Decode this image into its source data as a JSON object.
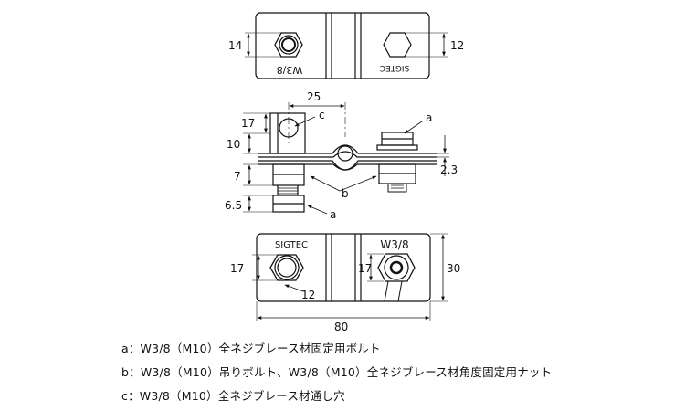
{
  "top_view": {
    "dim_left": "14",
    "dim_right": "12",
    "engraving_left": "W3/8",
    "engraving_right": "SIGTEC"
  },
  "side_view": {
    "dim_top": "25",
    "dim_17": "17",
    "dim_10": "10",
    "dim_7": "7",
    "dim_6_5": "6.5",
    "dim_2_3": "2.3",
    "callout_c": "c",
    "callout_a_top": "a",
    "callout_b": "b",
    "callout_a_bottom": "a"
  },
  "bottom_view": {
    "engraving_left": "SIGTEC",
    "engraving_right": "W3/8",
    "dim_left": "17",
    "dim_center": "17",
    "dim_bolt": "12",
    "dim_height": "30",
    "dim_width": "80"
  },
  "legend": {
    "a": "a：W3/8（M10）全ネジブレース材固定用ボルト",
    "b": "b：W3/8（M10）吊りボルト、W3/8（M10）全ネジブレース材角度固定用ナット",
    "c": "c：W3/8（M10）全ネジブレース材通し穴"
  }
}
